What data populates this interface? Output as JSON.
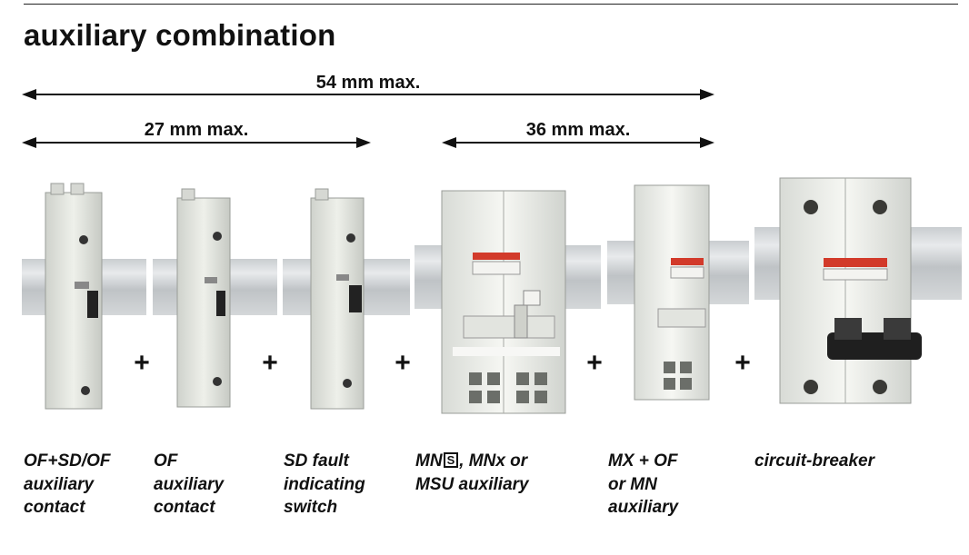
{
  "title": "auxiliary combination",
  "dimensions": {
    "overall": "54 mm max.",
    "left_group": "27 mm max.",
    "right_group": "36 mm max."
  },
  "plus_sign": "+",
  "captions": {
    "c1": {
      "line1": "OF+SD/OF",
      "line2": "auxiliary",
      "line3": "contact"
    },
    "c2": {
      "line1": "OF",
      "line2": "auxiliary",
      "line3": "contact"
    },
    "c3": {
      "line1": "SD fault",
      "line2": "indicating",
      "line3": "switch"
    },
    "c4": {
      "line1_prefix": "MN",
      "line1_symbol": "S",
      "line1_suffix": ", MNx or",
      "line2": "MSU auxiliary"
    },
    "c5": {
      "line1": "MX + OF",
      "line2": "or MN",
      "line3": "auxiliary"
    },
    "c6": {
      "line1": "circuit-breaker"
    }
  }
}
